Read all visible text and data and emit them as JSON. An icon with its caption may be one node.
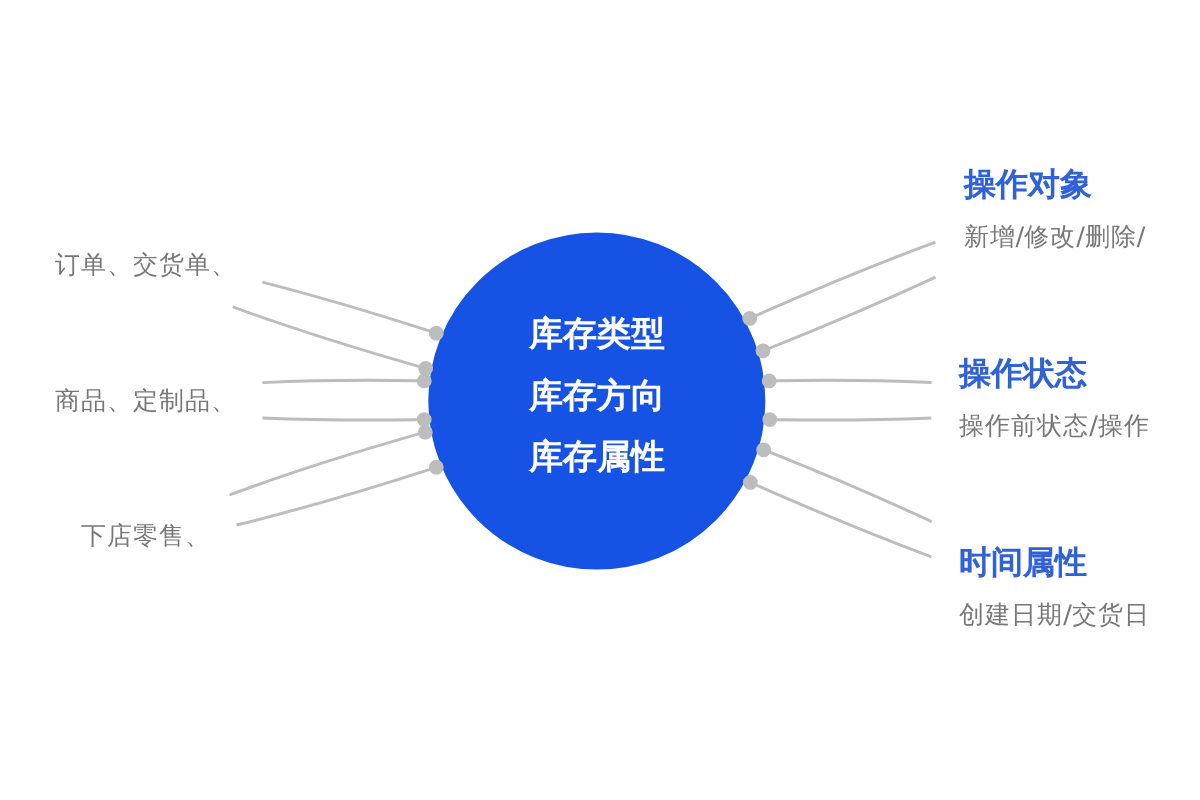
{
  "diagram": {
    "nodes": [
      {
        "text": [
          "订单、交货单、"
        ]
      },
      {
        "text": [
          "商品、定制品、"
        ]
      },
      {
        "text": [
          "下店零售、"
        ]
      },
      {
        "text": [
          "库存类型",
          "库存方向",
          "库存属性"
        ]
      },
      {
        "text": [
          "操作对象",
          "新增/修改/删除/"
        ]
      },
      {
        "text": [
          "操作状态",
          "操作前状态/操作"
        ]
      },
      {
        "text": [
          "时间属性",
          "创建日期/交货日"
        ]
      }
    ],
    "edges": [
      {
        "from": 0,
        "to": 3,
        "arrow": "other"
      },
      {
        "from": 0,
        "to": 3,
        "arrow": "other"
      },
      {
        "from": 1,
        "to": 3,
        "arrow": "other"
      },
      {
        "from": 1,
        "to": 3,
        "arrow": "other"
      },
      {
        "from": 2,
        "to": 3,
        "arrow": "other"
      },
      {
        "from": 2,
        "to": 3,
        "arrow": "other"
      },
      {
        "from": 3,
        "to": 4,
        "arrow": "other"
      },
      {
        "from": 3,
        "to": 4,
        "arrow": "other"
      },
      {
        "from": 3,
        "to": 5,
        "arrow": "other"
      },
      {
        "from": 3,
        "to": 5,
        "arrow": "other"
      },
      {
        "from": 3,
        "to": 6,
        "arrow": "other"
      },
      {
        "from": 3,
        "to": 6,
        "arrow": "other"
      }
    ]
  }
}
